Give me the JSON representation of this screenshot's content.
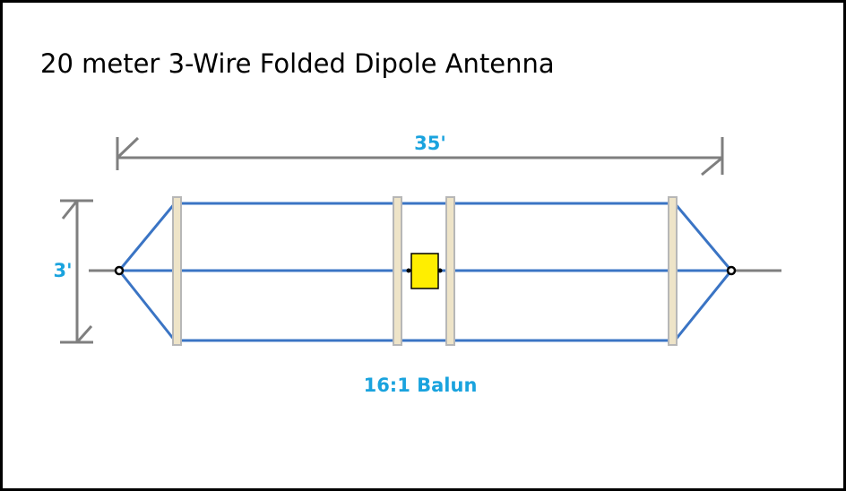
{
  "title": "20 meter 3-Wire Folded Dipole Antenna",
  "labels": {
    "length": "35'",
    "height": "3'",
    "balun": "16:1 Balun"
  },
  "colors": {
    "wire": "#3a74c4",
    "dimension": "#7f7f7f",
    "spreader_fill": "#eee4c8",
    "spreader_edge": "#b7b7b7",
    "label": "#1aa3de",
    "balun_fill": "#ffee00",
    "insulator": "#000000"
  }
}
